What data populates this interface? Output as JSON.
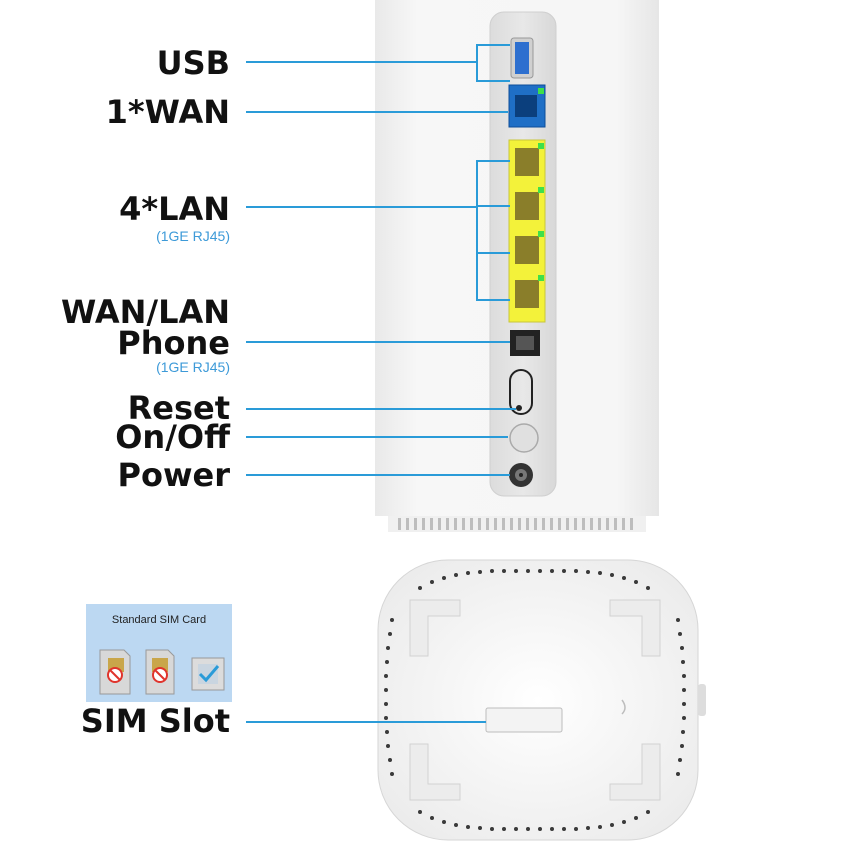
{
  "ports": {
    "usb": "USB",
    "wan": "1*WAN",
    "lan": "4*LAN",
    "lan_sub": "(1GE RJ45)",
    "wanlan_line1": "WAN/LAN",
    "wanlan_line2": "Phone",
    "wanlan_sub": "(1GE RJ45)",
    "reset": "Reset",
    "onoff": "On/Off",
    "power": "Power",
    "sim_slot": "SIM Slot"
  },
  "sim_card": {
    "title": "Standard SIM Card"
  },
  "colors": {
    "leader_line": "#2a9bd8",
    "wan_port": "#1f6fc6",
    "lan_port": "#f3f23a",
    "sim_panel": "#bcd8f2",
    "check_mark": "#2a9bd8",
    "prohibited": "#e0342c"
  }
}
